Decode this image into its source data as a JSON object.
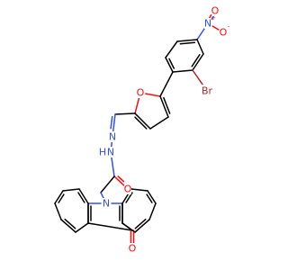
{
  "molecule": {
    "atoms": {
      "nitro_n": {
        "element": "N",
        "charge": "+"
      },
      "nitro_o_top": {
        "element": "O",
        "charge": ""
      },
      "nitro_o_right": {
        "element": "O",
        "charge": "-"
      },
      "bromine": {
        "element": "Br",
        "charge": ""
      },
      "furan_o": {
        "element": "O",
        "charge": ""
      },
      "hydrazone_n1": {
        "element": "N",
        "charge": ""
      },
      "hydrazone_n2": {
        "element": "N",
        "charge": ""
      },
      "hydrazone_h": {
        "element": "H",
        "charge": ""
      },
      "amide_o": {
        "element": "O",
        "charge": ""
      },
      "acridine_n": {
        "element": "N",
        "charge": ""
      },
      "ketone_o": {
        "element": "O",
        "charge": ""
      }
    },
    "colors": {
      "carbon": "#000000",
      "nitrogen": "#3050f8",
      "oxygen": "#ff0d0d",
      "bromine": "#a62929"
    }
  }
}
